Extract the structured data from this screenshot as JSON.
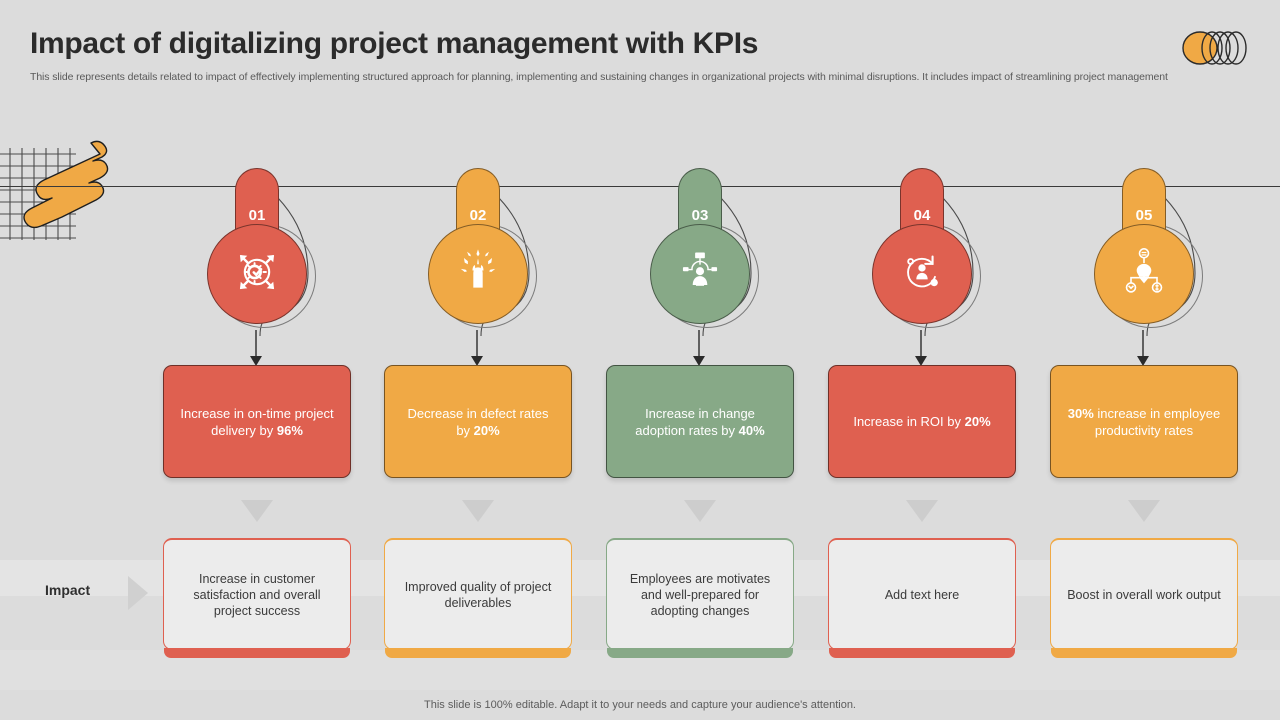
{
  "header": {
    "title": "Impact of digitalizing project management with KPIs",
    "subtitle": "This slide represents details related to impact of effectively  implementing structured approach for planning, implementing and sustaining changes in organizational projects with minimal disruptions. It includes impact of streamlining project management",
    "logo_name": "company-logo"
  },
  "colors": {
    "red": "#df6050",
    "orange": "#f0a945",
    "green": "#87a987",
    "background": "#dcdcdc",
    "band": "#e4e4e4",
    "card_bg": "#ececec",
    "line": "#3a3a3a",
    "chevron": "#cdcdcd"
  },
  "impact_row": {
    "label": "Impact"
  },
  "steps": [
    {
      "number": "01",
      "color": "#df6050",
      "icon": "gear-target-icon",
      "box_text_pre": "Increase in on-time project delivery by ",
      "box_text_bold": "96%",
      "box_text_post": "",
      "impact_text": "Increase in customer satisfaction and overall project success"
    },
    {
      "number": "02",
      "color": "#f0a945",
      "icon": "raised-fist-icon",
      "box_text_pre": "Decrease in defect rates by ",
      "box_text_bold": "20%",
      "box_text_post": "",
      "impact_text": "Improved quality of project deliverables"
    },
    {
      "number": "03",
      "color": "#87a987",
      "icon": "person-network-icon",
      "box_text_pre": "Increase in change adoption rates by ",
      "box_text_bold": "40%",
      "box_text_post": "",
      "impact_text": "Employees are motivates and well-prepared for adopting changes"
    },
    {
      "number": "04",
      "color": "#df6050",
      "icon": "person-cycle-icon",
      "box_text_pre": "Increase in ROI by ",
      "box_text_bold": "20%",
      "box_text_post": "",
      "impact_text": "Add text here"
    },
    {
      "number": "05",
      "color": "#f0a945",
      "icon": "idea-distribution-icon",
      "box_text_pre": "",
      "box_text_bold": "30%",
      "box_text_post": " increase in employee productivity rates",
      "impact_text": "Boost in overall work output"
    }
  ],
  "footer": {
    "note": "This slide is 100% editable. Adapt it to your needs and capture your audience's attention."
  }
}
